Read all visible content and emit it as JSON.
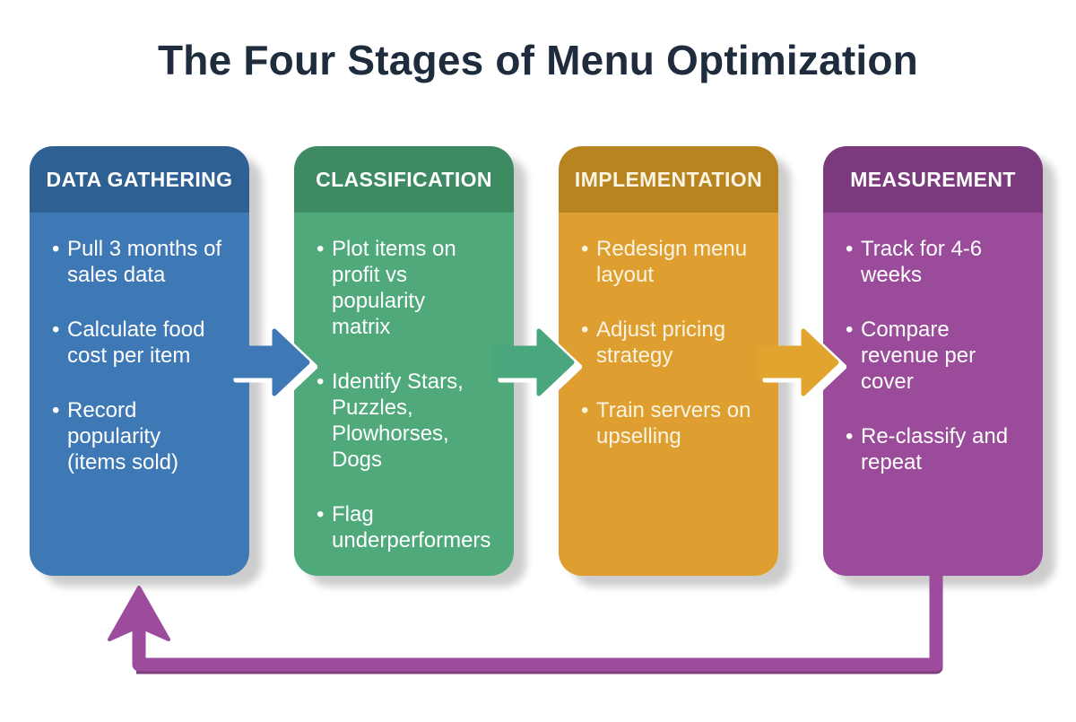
{
  "title": "The Four Stages of Menu Optimization",
  "palette": {
    "background": "#FFFFFF",
    "title_color": "#1E2C3D",
    "card_text_color": "#FFFFFF"
  },
  "stages": [
    {
      "title": "DATA GATHERING",
      "header_color": "#2E6094",
      "body_color": "#3E79B6",
      "bullets": [
        [
          "Pull 3 months of",
          "sales data"
        ],
        [
          "Calculate food",
          "cost per item"
        ],
        [
          "Record",
          "popularity",
          "(items sold)"
        ]
      ]
    },
    {
      "title": "CLASSIFICATION",
      "header_color": "#3E8A63",
      "body_color": "#4FA97A",
      "bullets": [
        [
          "Plot items on",
          "profit vs",
          "popularity",
          "matrix"
        ],
        [
          "Identify Stars,",
          "Puzzles,",
          "Plowhorses,",
          "Dogs"
        ],
        [
          "Flag",
          "underperformers"
        ]
      ]
    },
    {
      "title": "IMPLEMENTATION",
      "header_color": "#B8841F",
      "body_color": "#DE9F30",
      "text_color": "#FBF4E2",
      "bullets": [
        [
          "Redesign menu",
          "layout"
        ],
        [
          "Adjust pricing",
          "strategy"
        ],
        [
          "Train servers on",
          "upselling"
        ]
      ]
    },
    {
      "title": "MEASUREMENT",
      "header_color": "#7B3A7D",
      "body_color": "#9A4C9B",
      "bullets": [
        [
          "Track for 4-6",
          "weeks"
        ],
        [
          "Compare",
          "revenue per",
          "cover"
        ],
        [
          "Re-classify and",
          "repeat"
        ]
      ]
    }
  ],
  "arrows": [
    {
      "name": "flow-arrow-1",
      "color": "#3E79B6"
    },
    {
      "name": "flow-arrow-2",
      "color": "#4AA67D"
    },
    {
      "name": "flow-arrow-3",
      "color": "#E0A42F"
    }
  ],
  "feedback_loop": {
    "color": "#9C4B9D",
    "shade_color": "#7E3F80",
    "direction": "measurement-back-to-data-gathering"
  }
}
